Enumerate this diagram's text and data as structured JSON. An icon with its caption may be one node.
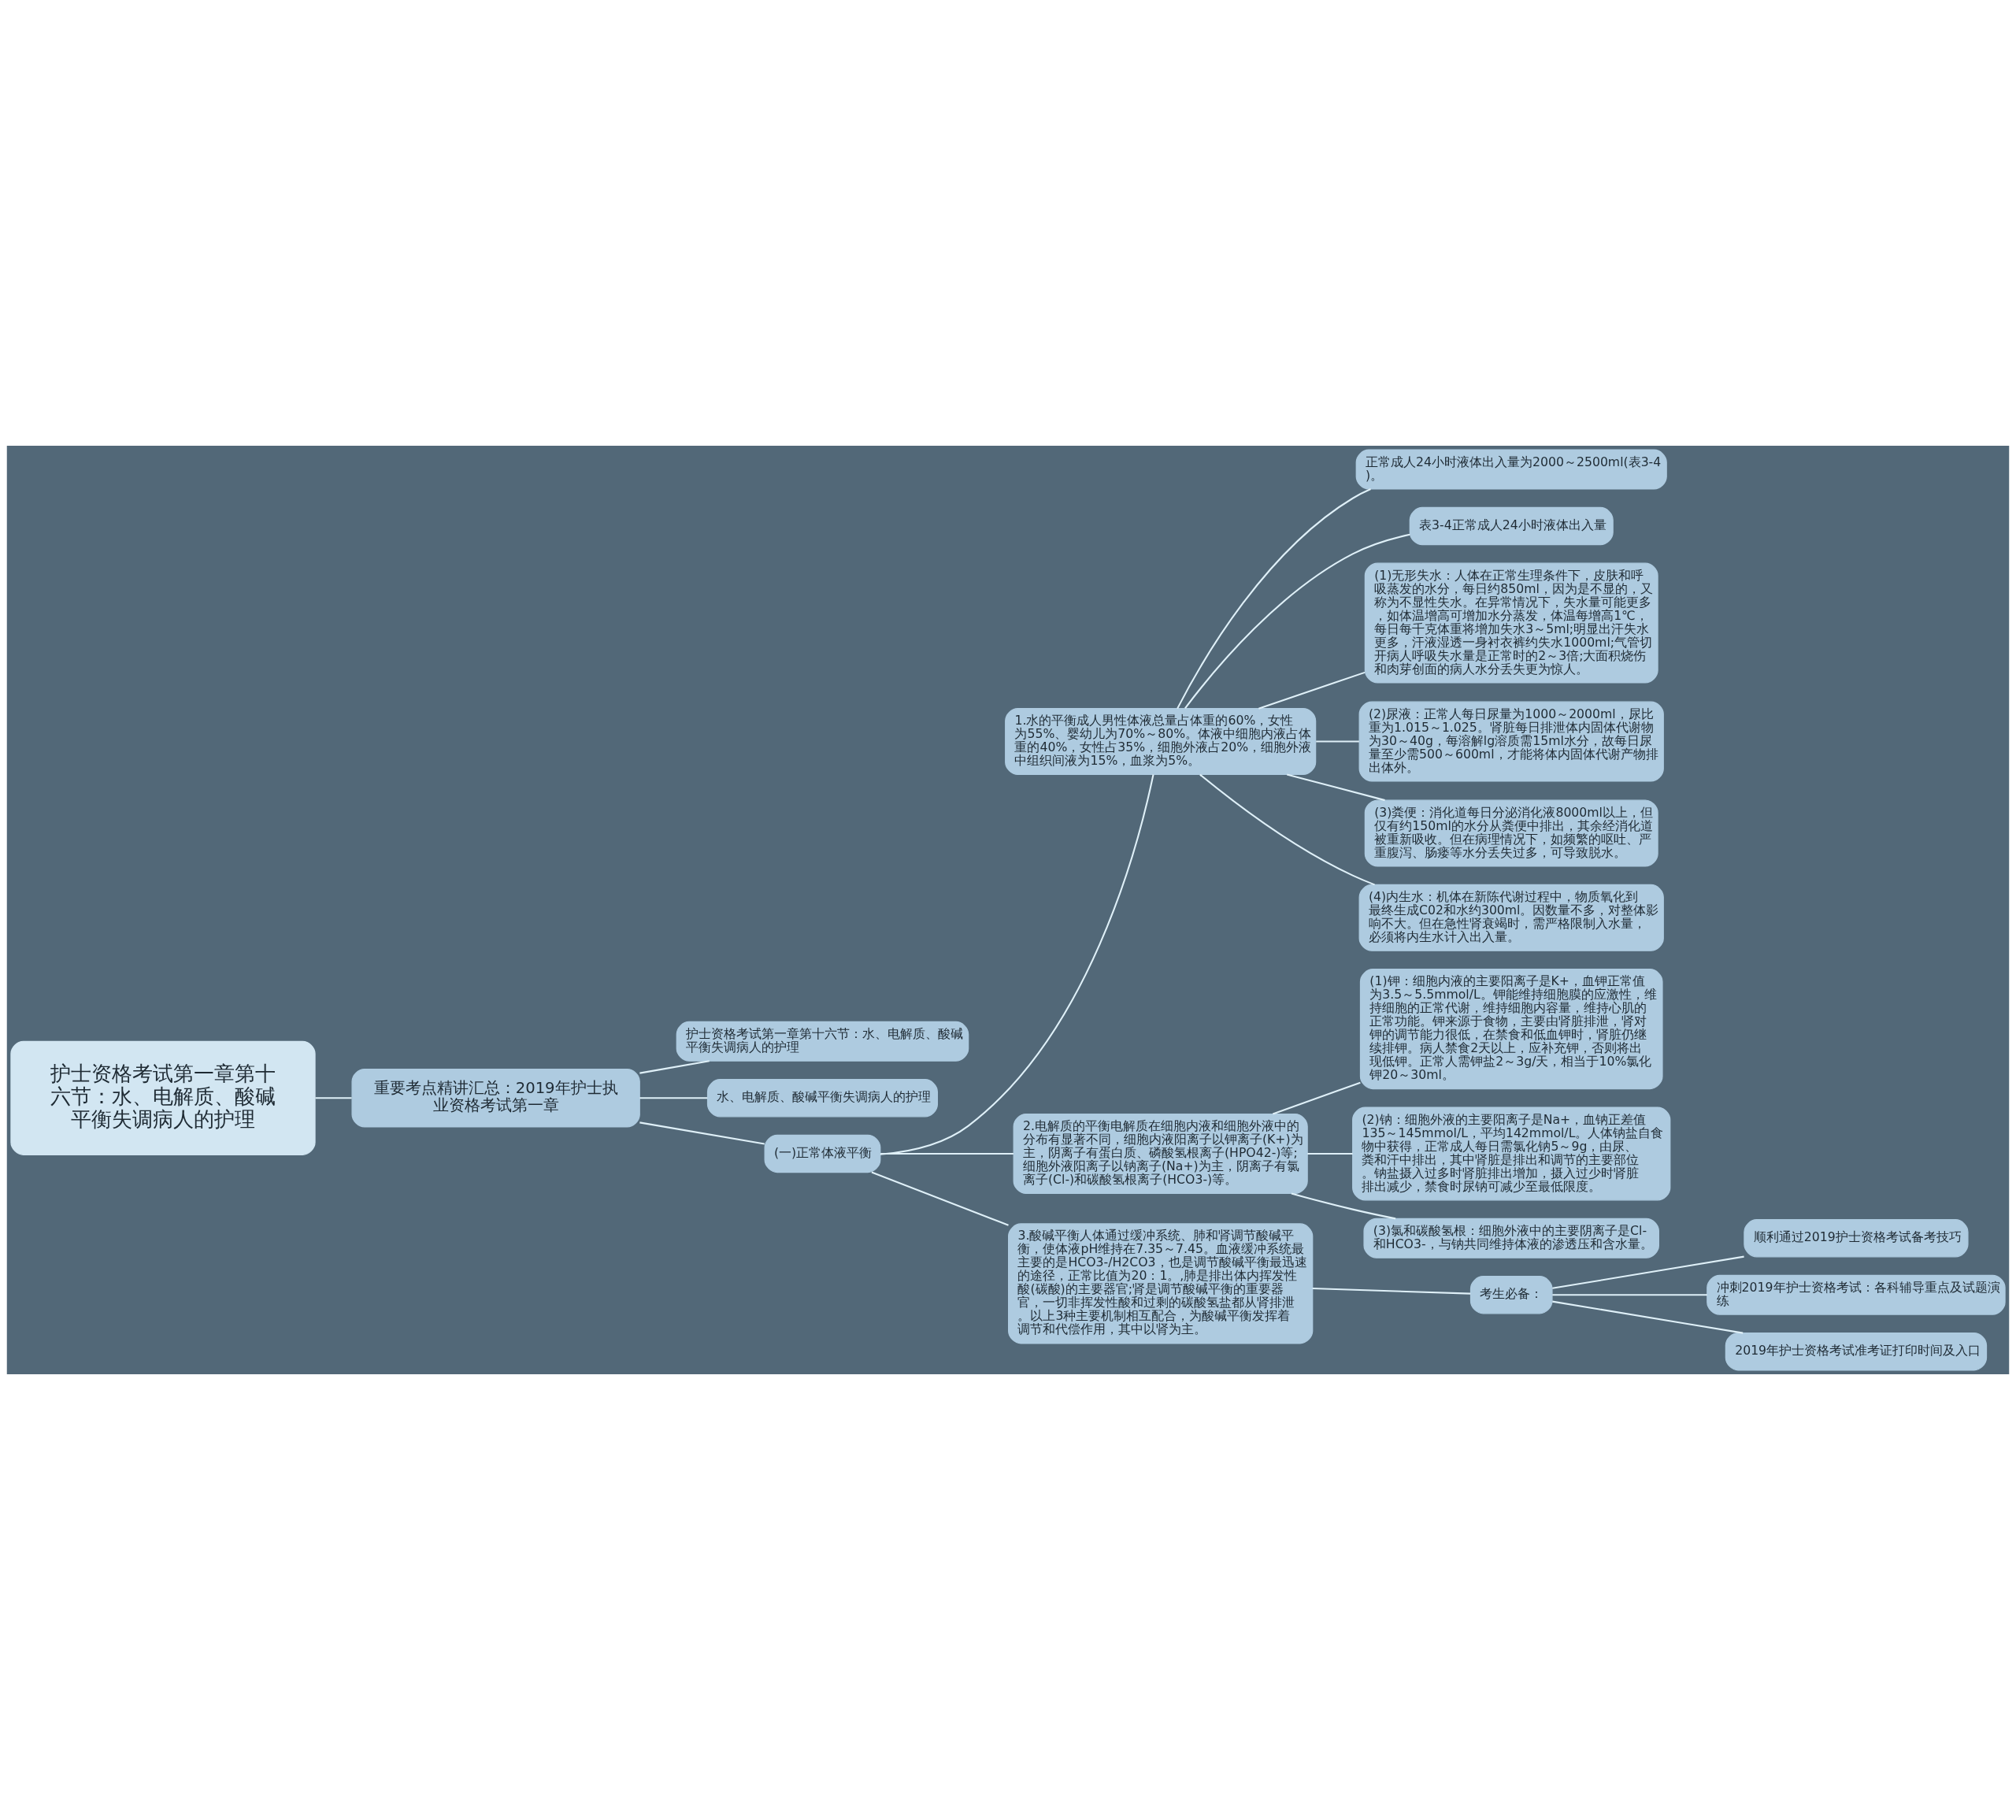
{
  "diagram": {
    "nodes": [
      {
        "text": [
          "护士资格考试第一章第十六节：水、电解质、酸碱平衡失调病人的护理"
        ]
      },
      {
        "text": [
          "重要考点精讲汇总：2019年护士执业资格考试第一章"
        ]
      },
      {
        "text": [
          "护士资格考试第一章第十六节：水、电解质、酸碱平衡失调病人的护理"
        ]
      },
      {
        "text": [
          "水、电解质、酸碱平衡失调病人的护理"
        ]
      },
      {
        "text": [
          "(一)正常体液平衡"
        ]
      },
      {
        "text": [
          "1.水的平衡成人男性体液总量占体重的60%，女性为55%、婴幼儿为70%～80%。体液中细胞内液占体重的40%，女性占35%，细胞外液占20%，细胞外液中组织间液为15%，血浆为5%。"
        ]
      },
      {
        "text": [
          "正常成人24小时液体出入量为2000～2500ml(表3-4)。"
        ]
      },
      {
        "text": [
          "表3-4正常成人24小时液体出入量"
        ]
      },
      {
        "text": [
          "(1)无形失水：人体在正常生理条件下，皮肤和呼吸蒸发的水分，每日约850ml，因为是不显的，又称为不显性失水。在异常情况下，失水量可能更多，如体温增高可增加水分蒸发，体温每增高1℃，每日每千克体重将增加失水3～5ml;明显出汗失水更多，汗液湿透一身衬衣裤约失水1000ml;气管切开病人呼吸失水量是正常时的2～3倍;大面积烧伤和肉芽创面的病人水分丢失更为惊人。"
        ]
      },
      {
        "text": [
          "(2)尿液：正常人每日尿量为1000～2000ml，尿比重为1.015～1.025。肾脏每日排泄体内固体代谢物为30～40g，每溶解lg溶质需15ml水分，故每日尿量至少需500～600ml，才能将体内固体代谢产物排出体外。"
        ]
      },
      {
        "text": [
          "(3)粪便：消化道每日分泌消化液8000ml以上，但仅有约150ml的水分从粪便中排出，其余经消化道被重新吸收。但在病理情况下，如频繁的呕吐、严重腹泻、肠瘘等水分丢失过多，可导致脱水。"
        ]
      },
      {
        "text": [
          "(4)内生水：机体在新陈代谢过程中，物质氧化到最终生成C02和水约300ml。因数量不多，对整体影响不大。但在急性肾衰竭时，需严格限制入水量，必须将内生水计入出入量。"
        ]
      },
      {
        "text": [
          "2.电解质的平衡电解质在细胞内液和细胞外液中的分布有显著不同，细胞内液阳离子以钾离子(K+)为主，阴离子有蛋白质、磷酸氢根离子(HPO42-)等;细胞外液阳离子以钠离子(Na+)为主，阴离子有氯离子(Cl-)和碳酸氢根离子(HCO3-)等。"
        ]
      },
      {
        "text": [
          "(1)钾：细胞内液的主要阳离子是K+，血钾正常值为3.5～5.5mmol/L。钾能维持细胞膜的应激性，维持细胞的正常代谢，维持细胞内容量，维持心肌的正常功能。钾来源于食物，主要由肾脏排泄，肾对钾的调节能力很低，在禁食和低血钾时，肾脏仍继续排钾。病人禁食2天以上，应补充钾，否则将出现低钾。正常人需钾盐2～3g/天，相当于10%氯化钾20～30ml。"
        ]
      },
      {
        "text": [
          "(2)钠：细胞外液的主要阳离子是Na+，血钠正差值135～145mmol/L，平均142mmol/L。人体钠盐自食物中获得，正常成人每日需氯化钠5～9g，由尿、粪和汗中排出，其中肾脏是排出和调节的主要部位。钠盐摄入过多时肾脏排出增加，摄入过少时肾脏排出减少，禁食时尿钠可减少至最低限度。"
        ]
      },
      {
        "text": [
          "(3)氯和碳酸氢根：细胞外液中的主要阴离子是Cl-和HCO3-，与钠共同维持体液的渗透压和含水量。"
        ]
      },
      {
        "text": [
          "3.酸碱平衡人体通过缓冲系统、肺和肾调节酸碱平衡，使体液pH维持在7.35～7.45。血液缓冲系统最主要的是HCO3-/H2CO3，也是调节酸碱平衡最迅速的途径，正常比值为20：1。,肺是排出体内挥发性酸(碳酸)的主要器官;肾是调节酸碱平衡的重要器官，一切非挥发性酸和过剩的碳酸氢盐都从肾排泄。以上3种主要机制相互配合，为酸碱平衡发挥着调节和代偿作用，其中以肾为主。"
        ]
      },
      {
        "text": [
          "考生必备："
        ]
      },
      {
        "text": [
          "顺利通过2019护士资格考试备考技巧"
        ]
      },
      {
        "text": [
          "冲刺2019年护士资格考试：各科辅导重点及试题演练"
        ]
      },
      {
        "text": [
          "2019年护士资格考试准考证打印时间及入口"
        ]
      }
    ],
    "edges": [
      {
        "from": 0,
        "to": 1,
        "arrow": "none"
      },
      {
        "from": 1,
        "to": 2,
        "arrow": "none"
      },
      {
        "from": 1,
        "to": 3,
        "arrow": "none"
      },
      {
        "from": 1,
        "to": 4,
        "arrow": "none"
      },
      {
        "from": 4,
        "to": 5,
        "arrow": "none"
      },
      {
        "from": 5,
        "to": 6,
        "arrow": "none"
      },
      {
        "from": 5,
        "to": 7,
        "arrow": "none"
      },
      {
        "from": 5,
        "to": 8,
        "arrow": "none"
      },
      {
        "from": 5,
        "to": 9,
        "arrow": "none"
      },
      {
        "from": 5,
        "to": 10,
        "arrow": "none"
      },
      {
        "from": 5,
        "to": 11,
        "arrow": "none"
      },
      {
        "from": 4,
        "to": 12,
        "arrow": "none"
      },
      {
        "from": 12,
        "to": 13,
        "arrow": "none"
      },
      {
        "from": 12,
        "to": 14,
        "arrow": "none"
      },
      {
        "from": 12,
        "to": 15,
        "arrow": "none"
      },
      {
        "from": 4,
        "to": 16,
        "arrow": "none"
      },
      {
        "from": 16,
        "to": 17,
        "arrow": "none"
      },
      {
        "from": 17,
        "to": 18,
        "arrow": "none"
      },
      {
        "from": 17,
        "to": 19,
        "arrow": "none"
      },
      {
        "from": 17,
        "to": 20,
        "arrow": "none"
      }
    ]
  }
}
